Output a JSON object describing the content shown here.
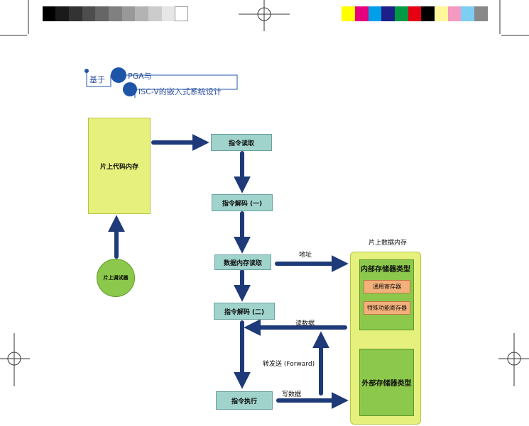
{
  "header": {
    "part1": "基于",
    "part2": "PGA与",
    "part3": "ISC-V的嵌入式系统设计"
  },
  "colors": {
    "gray_bar": [
      "#000000",
      "#1a1a1a",
      "#333333",
      "#4d4d4d",
      "#666666",
      "#808080",
      "#999999",
      "#b3b3b3",
      "#cccccc",
      "#e6e6e6",
      "#ffffff"
    ],
    "color_bar": [
      "#ffff00",
      "#e6007e",
      "#00a0e9",
      "#1d2088",
      "#009944",
      "#e60012",
      "#000000",
      "#fff799",
      "#f49ac1",
      "#7ecef4",
      "#898989"
    ],
    "arrow": "#1e3a78",
    "header_accent": "#1f55a8"
  },
  "diagram": {
    "code_memory": "片上代码内存",
    "debugger": "片上调试器",
    "fetch": "指令读取",
    "decode1": "指令解码  (一)",
    "data_read": "数据内存读取",
    "decode2": "指令解码  (二)",
    "execute": "指令执行",
    "data_memory_title": "片上数据内存",
    "internal_type": "内部存储器类型",
    "general_reg": "通用寄存器",
    "special_reg": "特殊功能寄存器",
    "external_type": "外部存储器类型",
    "addr_label": "地址",
    "read_label": "读数据",
    "forward_label": "转发送 (Forward)",
    "write_label": "写数据"
  }
}
